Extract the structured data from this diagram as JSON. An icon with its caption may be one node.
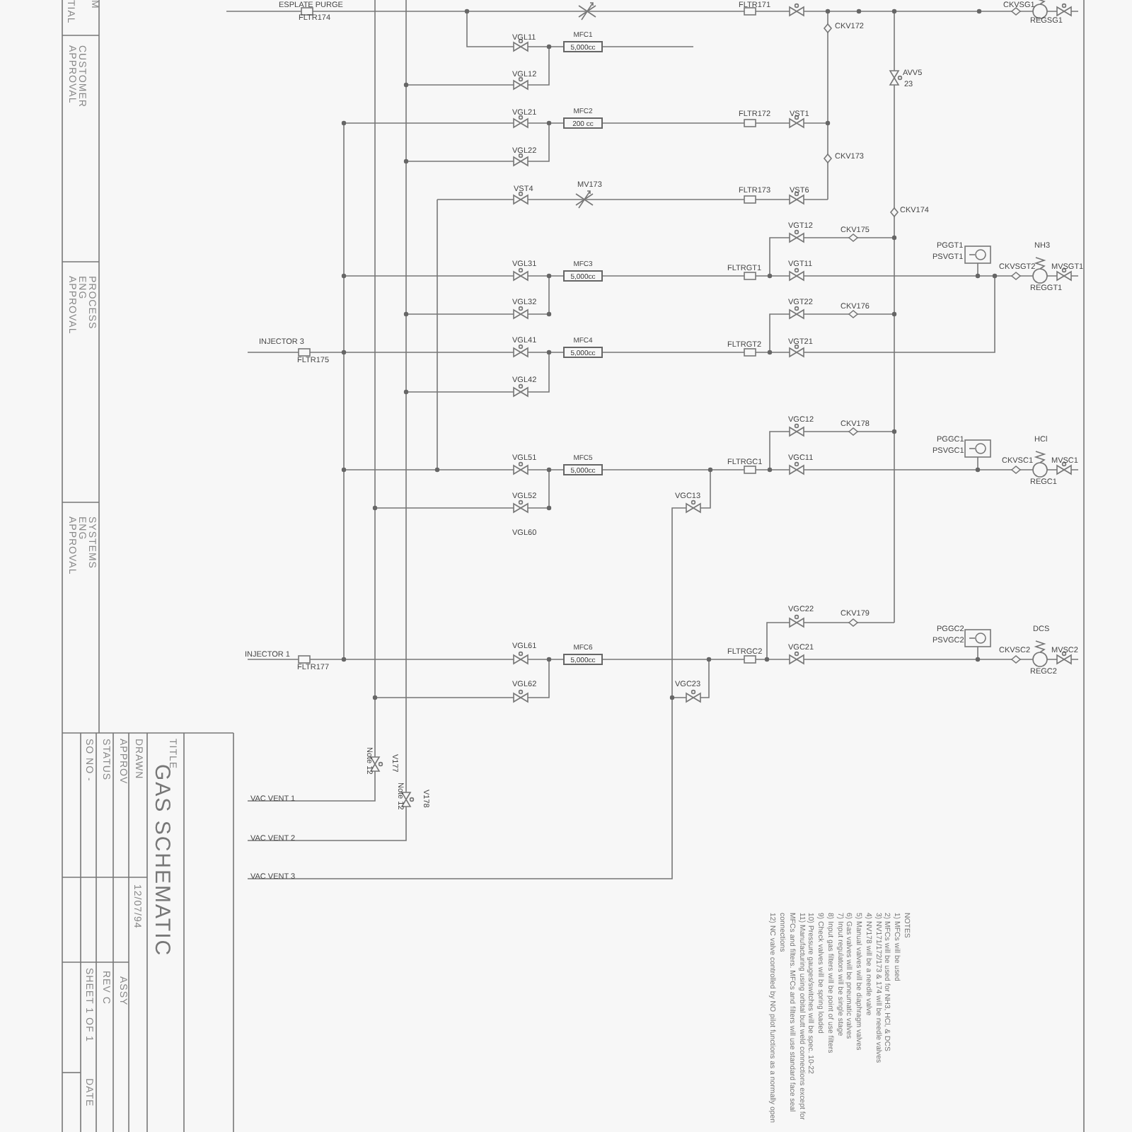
{
  "diagram": {
    "title": "GAS SCHEMATIC",
    "nodes": [
      {
        "text": [
          "MFC1",
          "5,000cc"
        ]
      },
      {
        "text": [
          "MFC2",
          "200 cc"
        ]
      },
      {
        "text": [
          "MFC3",
          "5,000cc"
        ]
      },
      {
        "text": [
          "MFC4",
          "5,000cc"
        ]
      },
      {
        "text": [
          "MFC5",
          "5,000cc"
        ]
      },
      {
        "text": [
          "MFC6",
          "5,000cc"
        ]
      }
    ],
    "labels": [
      "ESPLATE PURGE",
      "FLTR174",
      "VGL11",
      "VGL12",
      "VGL21",
      "VGL22",
      "VST4",
      "MV173",
      "VGL31",
      "VGL32",
      "INJECTOR 3",
      "FLTR175",
      "VGL41",
      "VGL42",
      "VGL51",
      "VGL52",
      "VGL60",
      "INJECTOR 1",
      "FLTR177",
      "VGL61",
      "VGL62",
      "VGC13",
      "VGC23",
      "FLTR171",
      "CKV172",
      "AVV5",
      "23",
      "FLTR172",
      "VST1",
      "CKV173",
      "FLTR173",
      "VST6",
      "CKV174",
      "VGT12",
      "CKV175",
      "FLTRGT1",
      "VGT11",
      "PGGT1",
      "PSVGT1",
      "NH3",
      "CKVSGT2",
      "MVSGT1",
      "REGGT1",
      "VGT22",
      "CKV176",
      "FLTRGT2",
      "VGT21",
      "VGC12",
      "CKV178",
      "FLTRGC1",
      "VGC11",
      "PGGC1",
      "PSVGC1",
      "HCl",
      "CKVSC1",
      "MVSC1",
      "REGC1",
      "VGC22",
      "CKV179",
      "FLTRGC2",
      "VGC21",
      "PGGC2",
      "PSVGC2",
      "DCS",
      "CKVSC2",
      "MVSC2",
      "REGC2",
      "V177",
      "Note 12",
      "V178",
      "Note 12",
      "VAC VENT 1",
      "VAC VENT 2",
      "VAC VENT 3",
      "M",
      "TIAL",
      "CUSTOMER APPROVAL",
      "PROCESS ENG APPROVAL",
      "SYSTEMS ENG APPROVAL",
      "TITLE",
      "DRAWN",
      "12/07/94",
      "APPROV",
      "ASSY",
      "STATUS",
      "REV C",
      "SO NO -",
      "SHEET 1 OF 1",
      "DATE",
      "NOTES",
      "1) MFCs will be used",
      "2) MFCs will be used for NH3, HCl, & DCS",
      "3) NV171/172/173 & 174 will be needle valves",
      "4) NV178 will be a needle valve",
      "5) Manual valves will be diaphragm valves",
      "6) Gas valves will be pneumatic valves",
      "7) Input regulators will be single stage",
      "8) Input gas filters will be point of use filters",
      "9) Check valves will be spring loaded",
      "10) Pressure gauges/switches will be spec. 10-22",
      "11) Manufacturing using orbital butt weld connections except for MFCs and filters. MFCs and filters will use standard face seal connections",
      "12) NC valve controlled by NO pilot functions as a normally open",
      "CKVSG1",
      "REGSG1"
    ]
  }
}
